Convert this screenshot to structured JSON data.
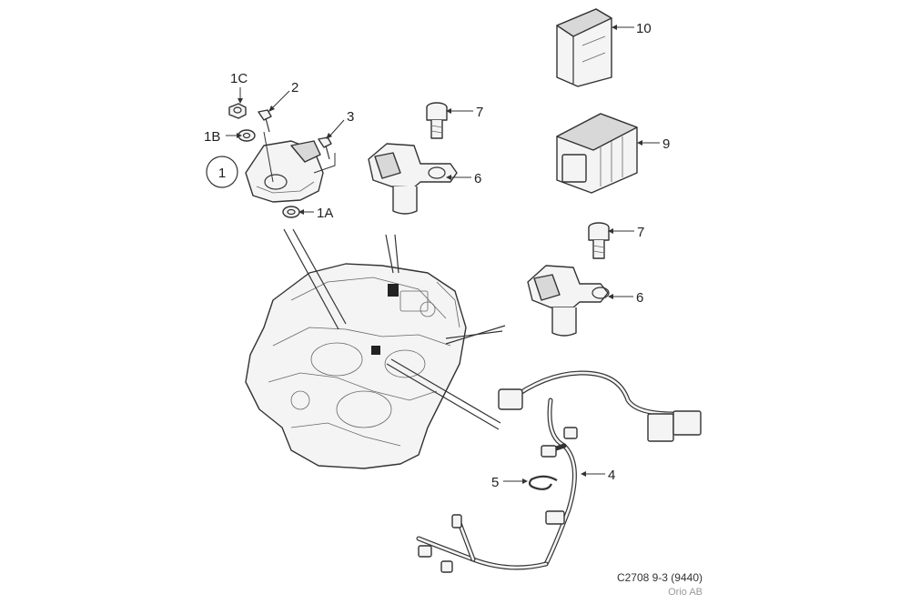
{
  "labels": {
    "p1": "1",
    "p1a": "1A",
    "p1b": "1B",
    "p1c": "1C",
    "p2": "2",
    "p3": "3",
    "p4": "4",
    "p5": "5",
    "p6a": "6",
    "p6b": "6",
    "p7a": "7",
    "p7b": "7",
    "p9": "9",
    "p10": "10"
  },
  "footer": {
    "reference": "C2708 9-3 (9440)",
    "owner": "Orio AB"
  }
}
